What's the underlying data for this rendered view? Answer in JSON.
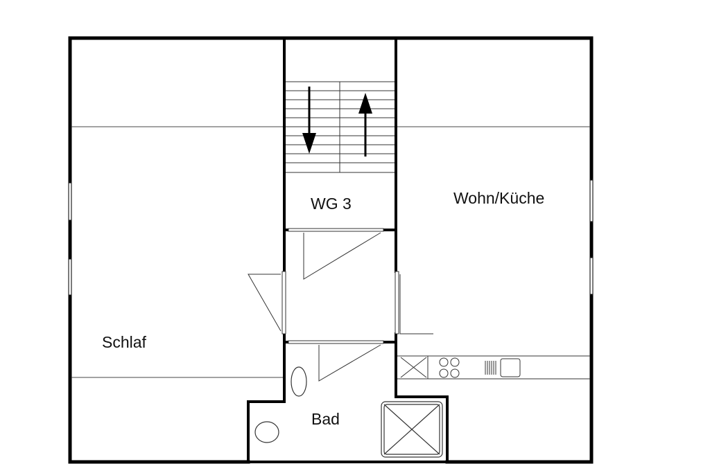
{
  "rooms": {
    "hall": "WG 3",
    "living_kitchen": "Wohn/Küche",
    "bedroom": "Schlaf",
    "bathroom": "Bad"
  },
  "colors": {
    "wall": "#000000",
    "line": "#222222",
    "background": "#ffffff"
  },
  "icons": {
    "stairs_down": "arrow-down-icon",
    "stairs_up": "arrow-up-icon",
    "stove": "stove-burners-icon",
    "sink": "sink-icon",
    "shower": "shower-icon",
    "washbasin": "washbasin-icon",
    "toilet": "toilet-icon"
  }
}
